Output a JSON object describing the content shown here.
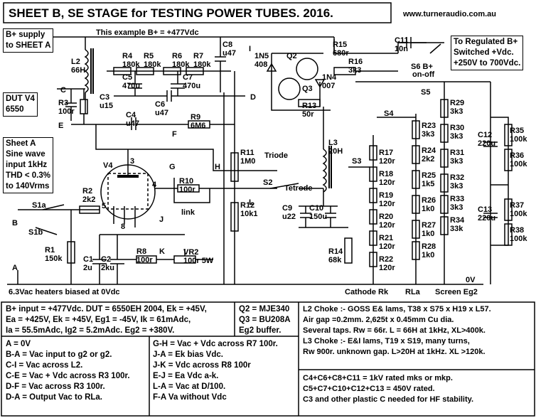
{
  "title": "SHEET B, SE  STAGE  for TESTING  POWER TUBES. 2016.",
  "website": "www.turneraudio.com.au",
  "example_note": "This example B+ = +477Vdc",
  "supply_box": [
    "B+ supply",
    "to SHEET A"
  ],
  "regulated_box": [
    "To Regulated B+",
    "Switched +Vdc.",
    "+250V to 700Vdc."
  ],
  "dut_box": [
    "DUT V4",
    "6550"
  ],
  "sheet_a_box": [
    "Sheet A",
    "Sine wave",
    "input 1kHz",
    "THD < 0.3%",
    "to 140Vrms"
  ],
  "heater_note": "6.3Vac heaters biased at 0Vdc",
  "bottom_labels": {
    "cathode": "Cathode Rk",
    "rla": "RLa",
    "screen": "Screen Eg2",
    "zero_v": "0V"
  },
  "nodes": {
    "A": "A",
    "B": "B",
    "C": "C",
    "D": "D",
    "E": "E",
    "F": "F",
    "G": "G",
    "H": "H",
    "I": "I",
    "J": "J",
    "K": "K",
    "L": "L"
  },
  "switches": {
    "s1a": "S1a",
    "s1b": "S1b",
    "s2": "S2",
    "s3": "S3",
    "s4": "S4",
    "s5": "S5",
    "s6": "S6 B+",
    "s6b": "on-off",
    "triode": "Triode",
    "tetrode": "Tetrode"
  },
  "tube": {
    "name": "V4",
    "pins": [
      "3",
      "4",
      "5",
      "8"
    ],
    "link": "link"
  },
  "components": {
    "L2": [
      "L2",
      "66H"
    ],
    "L3": [
      "L3",
      "20H"
    ],
    "R4": [
      "R4",
      "180k"
    ],
    "R5": [
      "R5",
      "180k"
    ],
    "R6": [
      "R6",
      "180k"
    ],
    "R7": [
      "R7",
      "180k"
    ],
    "C8": [
      "C8",
      "u47"
    ],
    "C5": [
      "C5",
      "470u"
    ],
    "C7": [
      "C7",
      "470u"
    ],
    "C6": [
      "C6",
      "u47"
    ],
    "C3": [
      "C3",
      "u15"
    ],
    "R3": [
      "R3",
      "100r"
    ],
    "C4": [
      "C4",
      "u47"
    ],
    "R9": [
      "R9",
      "6M6"
    ],
    "R2": [
      "R2",
      "2k2"
    ],
    "R10": [
      "R10",
      "100r"
    ],
    "R11": [
      "R11",
      "1M0"
    ],
    "R12": [
      "R12",
      "10k1"
    ],
    "R1": [
      "R1",
      "150k"
    ],
    "C1": [
      "C1",
      "2u"
    ],
    "C2": [
      "C2",
      "2ku"
    ],
    "R8": [
      "R8",
      "100r"
    ],
    "VR2": [
      "VR2",
      "100r 5W"
    ],
    "C11": [
      "C11",
      "10n"
    ],
    "ZD": [
      "1N5",
      "408"
    ],
    "Q2": "Q2",
    "Q3": "Q3",
    "R15": [
      "R15",
      "680r"
    ],
    "R16": [
      "R16",
      "3k3"
    ],
    "D2": [
      "1N4",
      "007"
    ],
    "R13": [
      "R13",
      "50r"
    ],
    "C9": [
      "C9",
      "u22"
    ],
    "C10": [
      "C10",
      "150u"
    ],
    "R14": [
      "R14",
      "68k"
    ],
    "R17": [
      "R17",
      "120r"
    ],
    "R18": [
      "R18",
      "120r"
    ],
    "R19": [
      "R19",
      "120r"
    ],
    "R20": [
      "R20",
      "120r"
    ],
    "R21": [
      "R21",
      "120r"
    ],
    "R22": [
      "R22",
      "120r"
    ],
    "R23": [
      "R23",
      "3k3"
    ],
    "R24": [
      "R24",
      "2k2"
    ],
    "R25": [
      "R25",
      "1k5"
    ],
    "R26": [
      "R26",
      "1k0"
    ],
    "R27": [
      "R27",
      "1k0"
    ],
    "R28": [
      "R28",
      "1k0"
    ],
    "R29": [
      "R29",
      "3k3"
    ],
    "R30": [
      "R30",
      "3k3"
    ],
    "R31": [
      "R31",
      "3k3"
    ],
    "R32": [
      "R32",
      "3k3"
    ],
    "R33": [
      "R33",
      "3k3"
    ],
    "R34": [
      "R34",
      "33k"
    ],
    "C12": [
      "C12",
      "220u"
    ],
    "C13": [
      "C13",
      "220u"
    ],
    "R35": [
      "R35",
      "100k"
    ],
    "R36": [
      "R36",
      "100k"
    ],
    "R37": [
      "R37",
      "100k"
    ],
    "R38": [
      "R38",
      "100k"
    ]
  },
  "info_left": [
    "B+ input = +477Vdc. DUT = 6550EH 2004, Ek = +45V,",
    "Ea = +425V, Ek = +45V, Eg1 = -45V, Ik = 61mAdc,",
    "Ia = 55.5mAdc, Ig2 = 5.2mAdc. Eg2 = +380V."
  ],
  "info_q": [
    "Q2 = MJE340",
    "Q3 = BU208A",
    "Eg2 buffer."
  ],
  "legend_col1": [
    "A = 0V",
    "B-A = Vac input to g2 or g2.",
    "C-I = Vac across L2.",
    "C-E = Vac + Vdc across R3 100r.",
    "D-F = Vac across R3 100r.",
    "D-A = Output Vac to RLa."
  ],
  "legend_col2": [
    "G-H = Vac + Vdc across R7 100r.",
    "J-A = Ek bias Vdc.",
    "J-K = Vdc across R8 100r",
    "E-J = Ea Vdc a-k.",
    "L-A = Vac at D/100.",
    "F-A Va without Vdc"
  ],
  "chokes": [
    "L2 Choke :- GOSS E& lams, T38 x S75 x H19 x L57.",
    "Air gap =0.2mm.  2,625t x 0.45mm Cu dia.",
    "Several taps. Rw = 66r. L = 66H at 1kHz, XL>400k.",
    "L3 Choke :- E&I lams, T19 x S19, many turns,",
    "Rw 900r. unknown gap. L>20H at 1kHz. XL >120k."
  ],
  "caps_note": [
    "C4+C6+C8+C11 = 1kV rated mks or mkp.",
    "C5+C7+C10+C12+C13 = 450V rated.",
    "C3 and other plastic C needed for HF stability."
  ]
}
